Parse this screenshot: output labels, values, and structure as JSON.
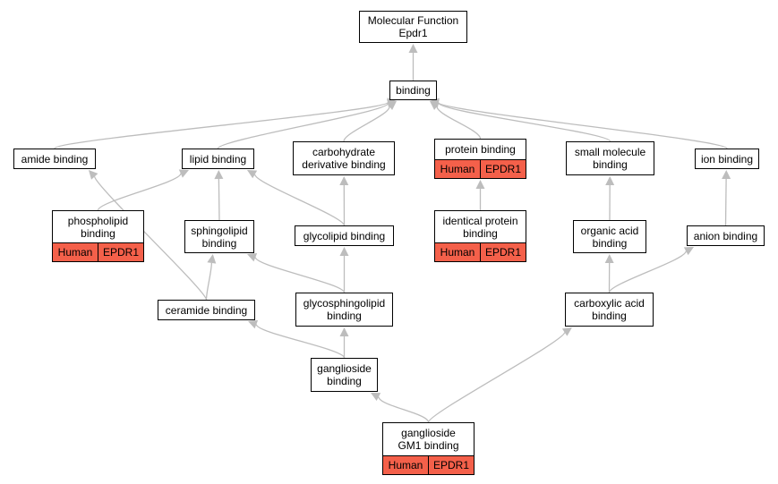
{
  "colors": {
    "edge": "#bdbdbd",
    "annotation": "#f4604a",
    "border": "#000000"
  },
  "nodes": {
    "mf": {
      "lines": [
        "Molecular Function",
        "Epdr1"
      ]
    },
    "binding": {
      "lines": [
        "binding"
      ]
    },
    "amide": {
      "lines": [
        "amide binding"
      ]
    },
    "lipid": {
      "lines": [
        "lipid binding"
      ]
    },
    "carb": {
      "lines": [
        "carbohydrate",
        "derivative binding"
      ]
    },
    "protein": {
      "lines": [
        "protein binding"
      ],
      "annotation": {
        "species": "Human",
        "gene": "EPDR1"
      }
    },
    "smallmol": {
      "lines": [
        "small molecule",
        "binding"
      ]
    },
    "ion": {
      "lines": [
        "ion binding"
      ]
    },
    "phospho": {
      "lines": [
        "phospholipid",
        "binding"
      ],
      "annotation": {
        "species": "Human",
        "gene": "EPDR1"
      }
    },
    "sphingo": {
      "lines": [
        "sphingolipid",
        "binding"
      ]
    },
    "glycolipid": {
      "lines": [
        "glycolipid binding"
      ]
    },
    "identical": {
      "lines": [
        "identical protein",
        "binding"
      ],
      "annotation": {
        "species": "Human",
        "gene": "EPDR1"
      }
    },
    "organic": {
      "lines": [
        "organic acid",
        "binding"
      ]
    },
    "anion": {
      "lines": [
        "anion binding"
      ]
    },
    "ceramide": {
      "lines": [
        "ceramide binding"
      ]
    },
    "glycosphingo": {
      "lines": [
        "glycosphingolipid",
        "binding"
      ]
    },
    "carboxylic": {
      "lines": [
        "carboxylic acid",
        "binding"
      ]
    },
    "ganglioside": {
      "lines": [
        "ganglioside",
        "binding"
      ]
    },
    "gm1": {
      "lines": [
        "ganglioside",
        "GM1 binding"
      ],
      "annotation": {
        "species": "Human",
        "gene": "EPDR1"
      }
    }
  },
  "edges": [
    [
      "binding",
      "mf"
    ],
    [
      "amide",
      "binding"
    ],
    [
      "lipid",
      "binding"
    ],
    [
      "carb",
      "binding"
    ],
    [
      "protein",
      "binding"
    ],
    [
      "smallmol",
      "binding"
    ],
    [
      "ion",
      "binding"
    ],
    [
      "phospho",
      "lipid"
    ],
    [
      "sphingo",
      "lipid"
    ],
    [
      "glycolipid",
      "lipid"
    ],
    [
      "glycolipid",
      "carb"
    ],
    [
      "identical",
      "protein"
    ],
    [
      "organic",
      "smallmol"
    ],
    [
      "anion",
      "ion"
    ],
    [
      "ceramide",
      "amide"
    ],
    [
      "ceramide",
      "sphingo"
    ],
    [
      "glycosphingo",
      "sphingo"
    ],
    [
      "glycosphingo",
      "glycolipid"
    ],
    [
      "carboxylic",
      "organic"
    ],
    [
      "carboxylic",
      "anion"
    ],
    [
      "ganglioside",
      "ceramide"
    ],
    [
      "ganglioside",
      "glycosphingo"
    ],
    [
      "gm1",
      "ganglioside"
    ],
    [
      "gm1",
      "carboxylic"
    ]
  ]
}
